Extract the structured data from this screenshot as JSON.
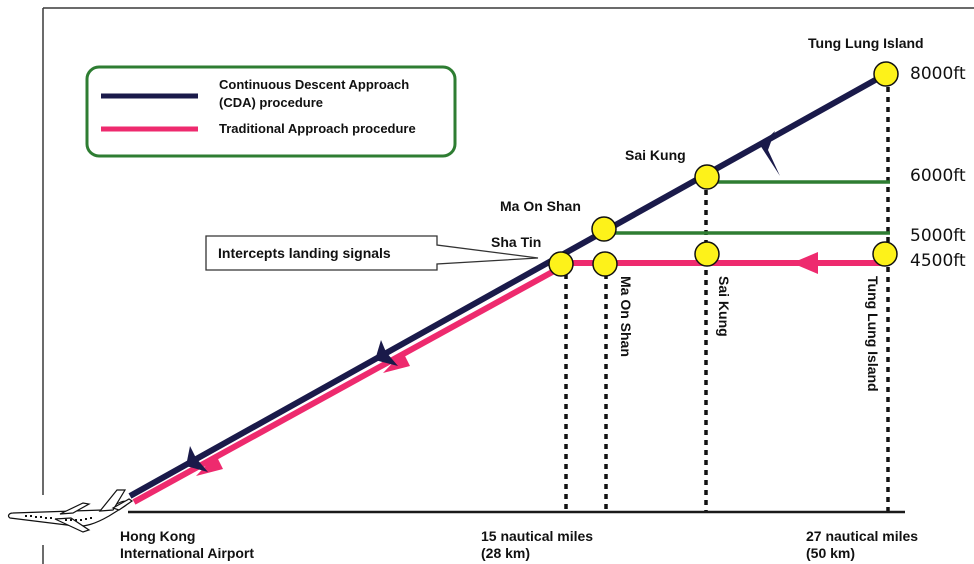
{
  "legend": {
    "cda_label_line1": "Continuous Descent Approach",
    "cda_label_line2": "(CDA) procedure",
    "traditional_label": "Traditional Approach procedure"
  },
  "callout": {
    "text": "Intercepts landing signals"
  },
  "waypoints": {
    "tung_lung_island": "Tung Lung Island",
    "sai_kung": "Sai Kung",
    "ma_on_shan": "Ma On Shan",
    "sha_tin": "Sha Tin"
  },
  "altitudes": {
    "a8000": "8000ft",
    "a6000": "6000ft",
    "a5000": "5000ft",
    "a4500": "4500ft"
  },
  "vertical_labels": {
    "ma_on_shan": "Ma On Shan",
    "sai_kung": "Sai Kung",
    "tung_lung_island": "Tung Lung Island"
  },
  "baseline": {
    "origin_line1": "Hong Kong",
    "origin_line2": "International Airport",
    "mid_line1": "15 nautical miles",
    "mid_line2": "(28 km)",
    "end_line1": "27 nautical miles",
    "end_line2": "(50 km)"
  },
  "colors": {
    "cda": "#1a1a4a",
    "traditional": "#ee2a6e",
    "green": "#2e7d32",
    "waypoint_fill": "#fdf21a",
    "frame": "#3a3a3a"
  },
  "icons": {
    "airplane": "airplane-icon",
    "waypoint": "waypoint-marker-icon",
    "direction": "direction-arrow-icon"
  }
}
